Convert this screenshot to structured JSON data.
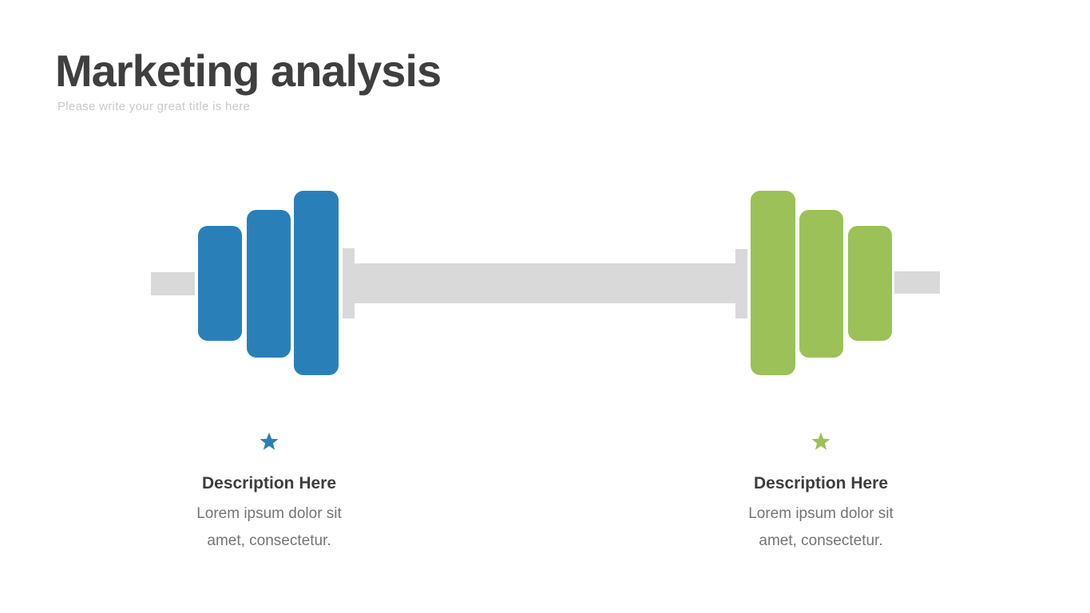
{
  "slide": {
    "title": "Marketing analysis",
    "subtitle": "Please write your great title is here"
  },
  "colors": {
    "title_text": "#3f3f3f",
    "subtitle_text": "#c9c9c9",
    "left_weights": "#2980b9",
    "right_weights": "#9bc158",
    "bar_gray": "#d9d9d9",
    "description_title_text": "#3d3d3d",
    "description_body_text": "#757575"
  },
  "dumbbell": {
    "left_side_weight_count": 3,
    "right_side_weight_count": 3
  },
  "descriptions": [
    {
      "icon": "star-icon",
      "icon_color": "#2980b9",
      "title": "Description Here",
      "line1": "Lorem ipsum dolor sit",
      "line2": "amet, consectetur."
    },
    {
      "icon": "star-icon",
      "icon_color": "#9bc158",
      "title": "Description Here",
      "line1": "Lorem ipsum dolor sit",
      "line2": "amet, consectetur."
    }
  ]
}
